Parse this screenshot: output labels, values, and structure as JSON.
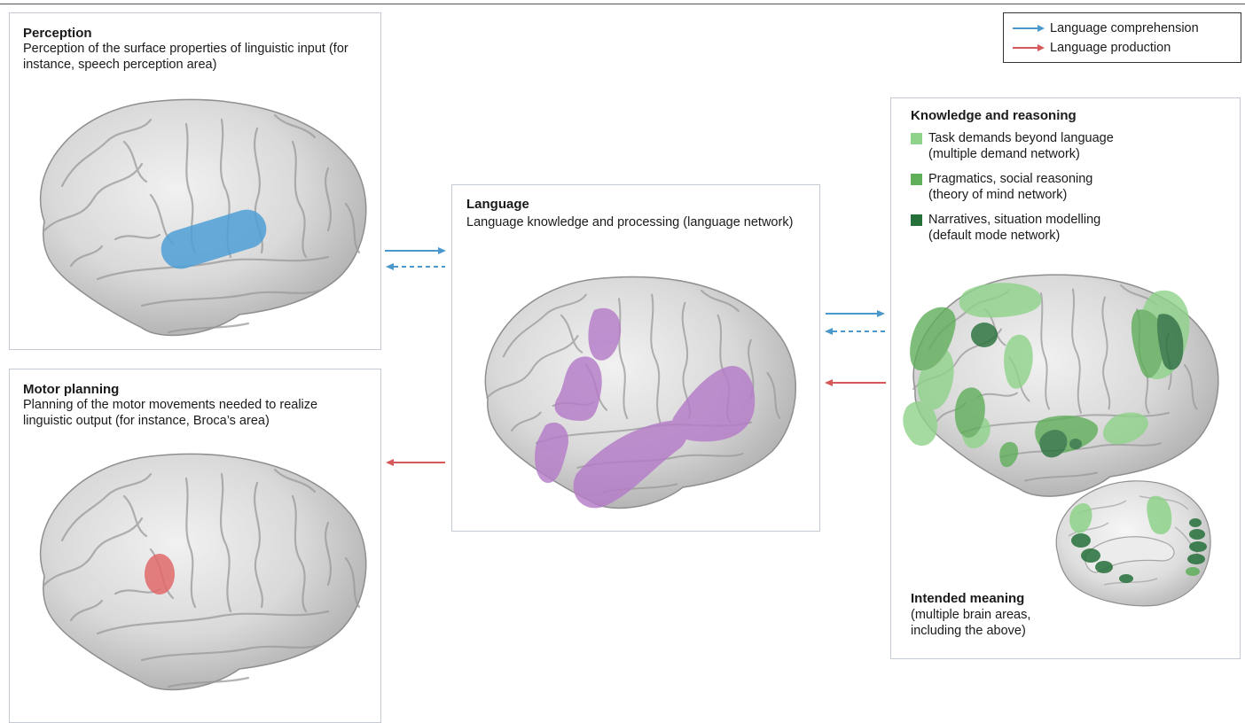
{
  "legend": {
    "comprehension_label": "Language comprehension",
    "production_label": "Language production",
    "comprehension_color": "#4a98cc",
    "production_color": "#d8585a"
  },
  "perception": {
    "title": "Perception",
    "description": "Perception of the surface properties of linguistic input (for instance, speech perception area)",
    "highlight_color": "#4e9fd6"
  },
  "motor": {
    "title": "Motor planning",
    "description": "Planning of the motor movements needed to realize linguistic output (for instance, Broca’s area)",
    "highlight_color": "#e06a6a"
  },
  "language": {
    "title": "Language",
    "description": "Language knowledge and processing (language network)",
    "highlight_color": "#b57cc8"
  },
  "knowledge": {
    "title": "Knowledge and reasoning",
    "items": [
      {
        "line1": "Task demands beyond language",
        "line2": "(multiple demand network)",
        "color": "#8fd38a"
      },
      {
        "line1": "Pragmatics, social reasoning",
        "line2": "(theory of mind network)",
        "color": "#5fae5a"
      },
      {
        "line1": "Narratives, situation modelling",
        "line2": "(default mode network)",
        "color": "#26703a"
      }
    ]
  },
  "intended": {
    "title": "Intended meaning",
    "line1": "(multiple brain areas,",
    "line2": "including the above)"
  }
}
